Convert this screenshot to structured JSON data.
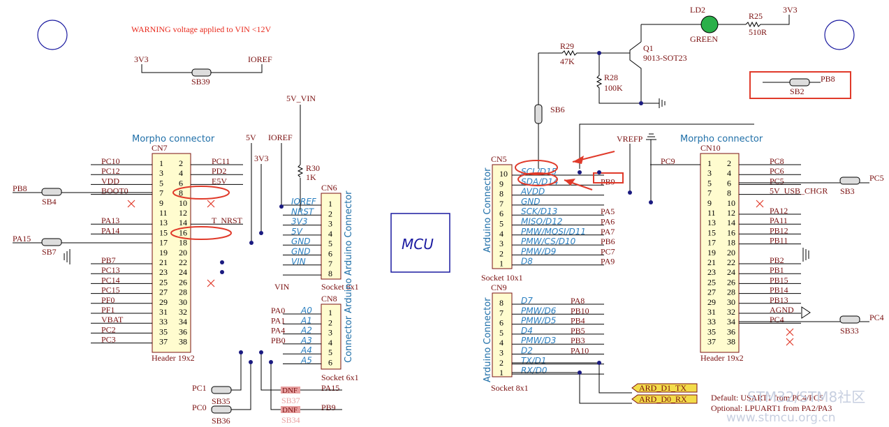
{
  "warning": "WARNING voltage applied to VIN <12V",
  "mcu_label": "MCU",
  "morpho_left": {
    "title": "Morpho connector",
    "ref": "CN7",
    "footer": "Header 19x2",
    "pins_left": [
      "1",
      "3",
      "5",
      "7",
      "9",
      "11",
      "13",
      "15",
      "17",
      "19",
      "21",
      "23",
      "25",
      "27",
      "29",
      "31",
      "33",
      "35",
      "37"
    ],
    "pins_right": [
      "2",
      "4",
      "6",
      "8",
      "10",
      "12",
      "14",
      "16",
      "18",
      "20",
      "22",
      "24",
      "26",
      "28",
      "30",
      "32",
      "34",
      "36",
      "38"
    ],
    "nets_left": [
      "PC10",
      "PC12",
      "VDD",
      "BOOT0",
      "",
      "",
      "PA13",
      "PA14",
      "",
      "",
      "PB7",
      "PC13",
      "PC14",
      "PC15",
      "PF0",
      "PF1",
      "VBAT",
      "PC2",
      "PC3"
    ],
    "nets_right": [
      "PC11",
      "PD2",
      "E5V",
      "",
      "",
      "",
      "T_NRST",
      "",
      "",
      "",
      "",
      "",
      "",
      "",
      "",
      "",
      "",
      "",
      ""
    ]
  },
  "morpho_right": {
    "title": "Morpho connector",
    "ref": "CN10",
    "footer": "Header 19x2",
    "pins_left": [
      "1",
      "3",
      "5",
      "7",
      "9",
      "11",
      "13",
      "15",
      "17",
      "19",
      "21",
      "23",
      "25",
      "27",
      "29",
      "31",
      "33",
      "35",
      "37"
    ],
    "pins_right": [
      "2",
      "4",
      "6",
      "8",
      "10",
      "12",
      "14",
      "16",
      "18",
      "20",
      "22",
      "24",
      "26",
      "28",
      "30",
      "32",
      "34",
      "36",
      "38"
    ],
    "nets_left": [
      "PC9"
    ],
    "nets_right": [
      "PC8",
      "PC6",
      "PC5",
      "5V_USB_CHGR",
      "",
      "PA12",
      "PA11",
      "PB12",
      "PB11",
      "",
      "PB2",
      "PB1",
      "PB15",
      "PB14",
      "PB13",
      "AGND",
      "PC4",
      "",
      ""
    ]
  },
  "cn6": {
    "ref": "CN6",
    "footer": "Socket 8x1",
    "title": "Arduino Connector",
    "pins": [
      "1",
      "2",
      "3",
      "4",
      "5",
      "6",
      "7",
      "8"
    ],
    "labels": [
      "IOREF",
      "NRST",
      "3V3",
      "5V",
      "GND",
      "GND",
      "VIN",
      ""
    ]
  },
  "cn8": {
    "ref": "CN8",
    "footer": "Socket 6x1",
    "title": "Connector Arduino",
    "pins": [
      "1",
      "2",
      "3",
      "4",
      "5",
      "6"
    ],
    "labels": [
      "A0",
      "A1",
      "A2",
      "A3",
      "A4",
      "A5"
    ],
    "nets": [
      "PA0",
      "PA1",
      "PA4",
      "PB0",
      "",
      ""
    ]
  },
  "cn5": {
    "ref": "CN5",
    "footer": "Socket 10x1",
    "title": "Arduino Connector",
    "pins": [
      "10",
      "9",
      "8",
      "7",
      "6",
      "5",
      "4",
      "3",
      "2",
      "1"
    ],
    "labels": [
      "SCL/D15",
      "SDA/D14",
      "AVDD",
      "GND",
      "SCK/D13",
      "MISO/D12",
      "PMW/MOSI/D11",
      "PMW/CS/D10",
      "PMW/D9",
      "D8"
    ],
    "nets": [
      "",
      "PB9",
      "",
      "",
      "PA5",
      "PA6",
      "PA7",
      "PB6",
      "PC7",
      "PA9"
    ]
  },
  "cn9": {
    "ref": "CN9",
    "footer": "Socket 8x1",
    "title": "Arduino Connector",
    "pins": [
      "8",
      "7",
      "6",
      "5",
      "4",
      "3",
      "2",
      "1"
    ],
    "labels": [
      "D7",
      "PMW/D6",
      "PMW/D5",
      "D4",
      "PMW/D3",
      "D2",
      "TX/D1",
      "RX/D0"
    ],
    "nets": [
      "PA8",
      "PB10",
      "PB4",
      "PB5",
      "PB3",
      "PA10",
      "",
      ""
    ]
  },
  "parts": {
    "sb39": "SB39",
    "sb4": "SB4",
    "sb7": "SB7",
    "sb35": "SB35",
    "sb36": "SB36",
    "sb37": "SB37",
    "sb34": "SB34",
    "sb6": "SB6",
    "sb2": "SB2",
    "sb3": "SB3",
    "sb33": "SB33",
    "r30": "R30",
    "r30v": "1K",
    "r29": "R29",
    "r29v": "47K",
    "r28": "R28",
    "r28v": "100K",
    "r25": "R25",
    "r25v": "510R",
    "q1": "Q1",
    "q1v": "9013-SOT23",
    "ld2": "LD2",
    "ld2v": "GREEN",
    "dnf": "DNF"
  },
  "nets": {
    "3v3": "3V3",
    "ioref": "IOREF",
    "5v_vin": "5V_VIN",
    "5v": "5V",
    "vin": "VIN",
    "pb8": "PB8",
    "pa15": "PA15",
    "pc1": "PC1",
    "pc0": "PC0",
    "pb9": "PB9",
    "vrefp": "VREFP",
    "pb8r": "PB8",
    "pc5": "PC5",
    "pc4": "PC4",
    "agnd": "AGND"
  },
  "ard_tx": "ARD_D1_TX",
  "ard_rx": "ARD_D0_RX",
  "note1": "Default: USART1 from PC4/PC5",
  "note2": "Optional: LPUART1 from PA2/PA3",
  "watermark1": "STM32/STM8社区",
  "watermark2": "www.stmcu.org.cn"
}
